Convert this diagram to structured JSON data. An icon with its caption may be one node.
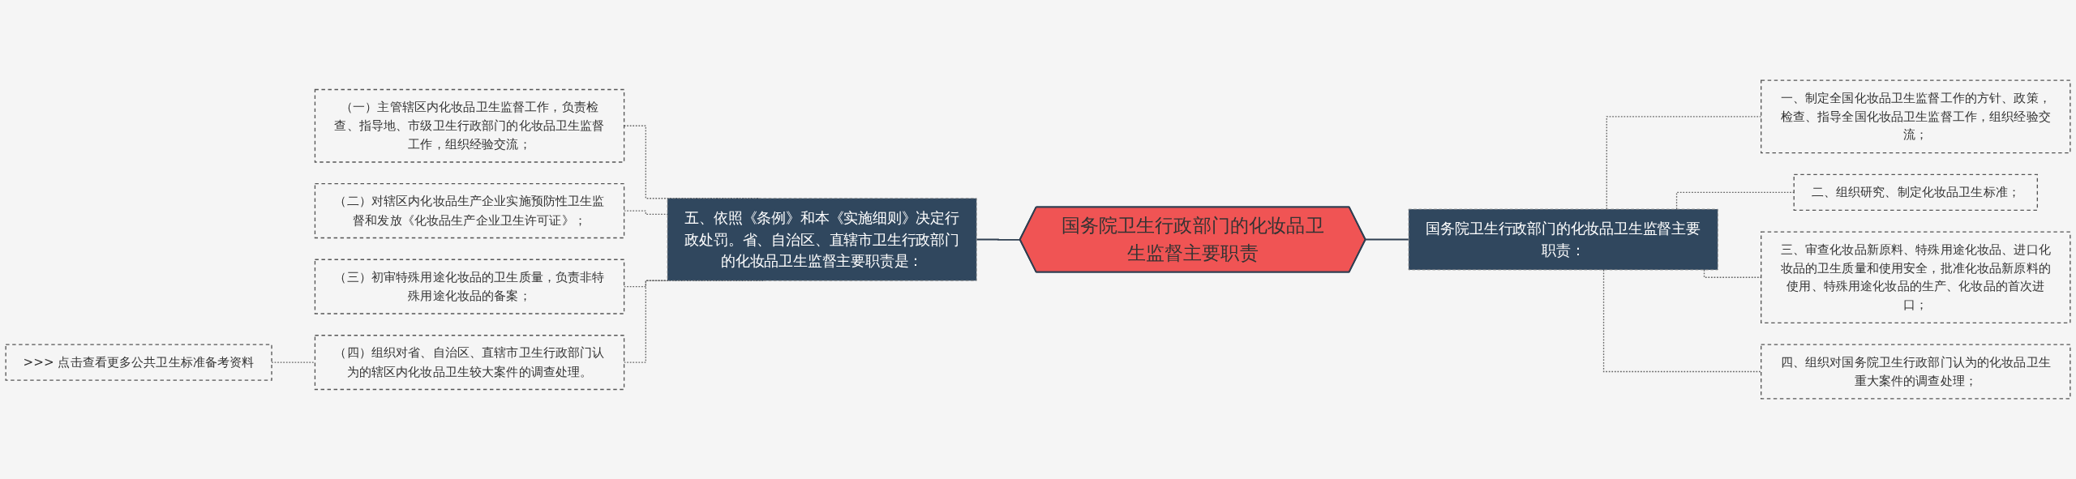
{
  "diagram": {
    "nodes": [
      {
        "text": [
          "国务院卫生行政部门的化妆品卫生监督主要职责"
        ]
      },
      {
        "text": [
          "国务院卫生行政部门的化妆品卫生监督主要职责："
        ]
      },
      {
        "text": [
          "一、制定全国化妆品卫生监督工作的方针、政策，检查、指导全国化妆品卫生监督工作，组织经验交流；"
        ]
      },
      {
        "text": [
          "二、组织研究、制定化妆品卫生标准；"
        ]
      },
      {
        "text": [
          "三、审查化妆品新原料、特殊用途化妆品、进口化妆品的卫生质量和使用安全，批准化妆品新原料的使用、特殊用途化妆品的生产、化妆品的首次进口；"
        ]
      },
      {
        "text": [
          "四、组织对国务院卫生行政部门认为的化妆品卫生重大案件的调查处理；"
        ]
      },
      {
        "text": [
          "五、依照《条例》和本《实施细则》决定行政处罚。省、自治区、直辖市卫生行政部门的化妆品卫生监督主要职责是："
        ]
      },
      {
        "text": [
          "（一）主管辖区内化妆品卫生监督工作，负责检查、指导地、市级卫生行政部门的化妆品卫生监督工作，组织经验交流；"
        ]
      },
      {
        "text": [
          "（二）对辖区内化妆品生产企业实施预防性卫生监督和发放《化妆品生产企业卫生许可证》；"
        ]
      },
      {
        "text": [
          "（三）初审特殊用途化妆品的卫生质量，负责非特殊用途化妆品的备案；"
        ]
      },
      {
        "text": [
          "（四）组织对省、自治区、直辖市卫生行政部门认为的辖区内化妆品卫生较大案件的调查处理。"
        ]
      },
      {
        "text": [
          ">>> 点击查看更多公共卫生标准备考资料"
        ]
      }
    ],
    "edges": [
      {
        "from": 0,
        "to": 1,
        "arrow": "none"
      },
      {
        "from": 1,
        "to": 2,
        "arrow": "none",
        "style": "dashed"
      },
      {
        "from": 1,
        "to": 3,
        "arrow": "none",
        "style": "dashed"
      },
      {
        "from": 1,
        "to": 4,
        "arrow": "none",
        "style": "dashed"
      },
      {
        "from": 1,
        "to": 5,
        "arrow": "none",
        "style": "dashed"
      },
      {
        "from": 0,
        "to": 6,
        "arrow": "none"
      },
      {
        "from": 6,
        "to": 7,
        "arrow": "none",
        "style": "dashed"
      },
      {
        "from": 6,
        "to": 8,
        "arrow": "none",
        "style": "dashed"
      },
      {
        "from": 6,
        "to": 9,
        "arrow": "none",
        "style": "dashed"
      },
      {
        "from": 6,
        "to": 10,
        "arrow": "none",
        "style": "dashed"
      },
      {
        "from": 10,
        "to": 11,
        "arrow": "none",
        "style": "dashed"
      }
    ]
  }
}
